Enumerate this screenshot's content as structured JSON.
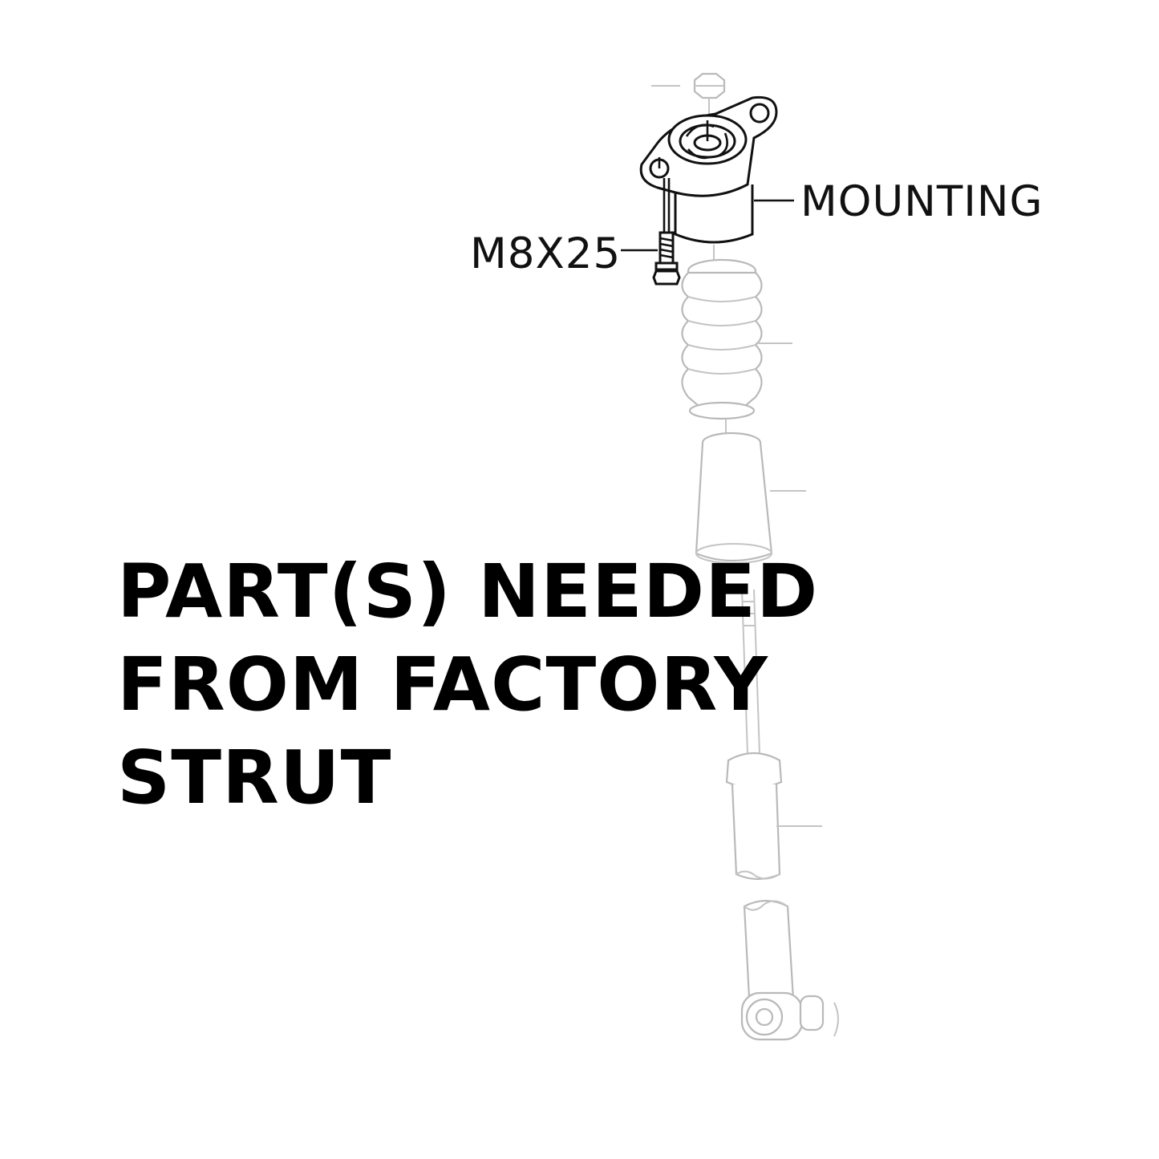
{
  "callouts": {
    "mounting": "MOUNTING",
    "bolt": "M8X25"
  },
  "headline": {
    "line1": "PART(S) NEEDED",
    "line2": "FROM FACTORY",
    "line3": "STRUT"
  },
  "colors": {
    "highlight_ink": "#111111",
    "faded_ink": "#b9b9b9",
    "background": "#ffffff"
  },
  "icons": [
    "strut-mount-icon",
    "hex-bolt-icon",
    "top-nut-icon",
    "bump-stop-icon",
    "dust-boot-icon",
    "shock-absorber-icon"
  ]
}
